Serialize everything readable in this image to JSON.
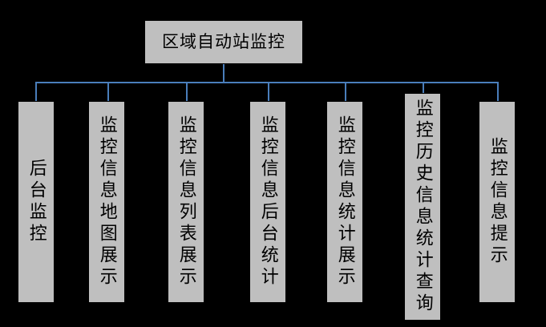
{
  "diagram": {
    "title_node": {
      "label": "区域自动站监控"
    },
    "connector_color": "#4a7ebb",
    "node_fill": "#bfbfbf",
    "node_border": "#000000",
    "background": "#000000",
    "children": [
      {
        "label": "后台监控"
      },
      {
        "label": "监控信息地图展示"
      },
      {
        "label": "监控信息列表展示"
      },
      {
        "label": "监控信息后台统计"
      },
      {
        "label": "监控信息统计展示"
      },
      {
        "label": "监控历史信息统计查询"
      },
      {
        "label": "监控信息提示"
      }
    ]
  }
}
